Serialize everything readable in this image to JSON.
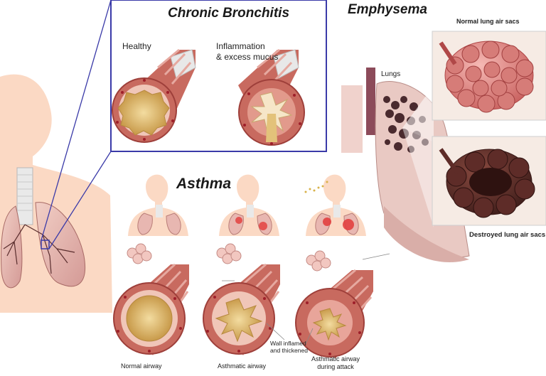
{
  "chronic_bronchitis": {
    "title": "Chronic Bronchitis",
    "healthy_label": "Healthy",
    "inflammation_label_line1": "Inflammation",
    "inflammation_label_line2": "& excess mucus"
  },
  "emphysema": {
    "title": "Emphysema",
    "lungs_label": "Lungs",
    "normal_sacs_label": "Normal lung air sacs",
    "destroyed_sacs_label": "Destroyed lung air sacs"
  },
  "asthma": {
    "title": "Asthma",
    "normal_airway_label": "Normal airway",
    "asthmatic_airway_label": "Asthmatic airway",
    "attack_label_line1": "Asthmatic airway",
    "attack_label_line2": "during attack",
    "wall_label_line1": "Wall inflamed",
    "wall_label_line2": "and thickened"
  },
  "colors": {
    "skin": "#fbd9c4",
    "airway": "#c86a5f",
    "airway_dark": "#9e3f3a",
    "mucus": "#d8b26a",
    "box_border": "#3a3aa8",
    "sac_pink": "#e58f8f",
    "sac_dark": "#6d3030"
  }
}
